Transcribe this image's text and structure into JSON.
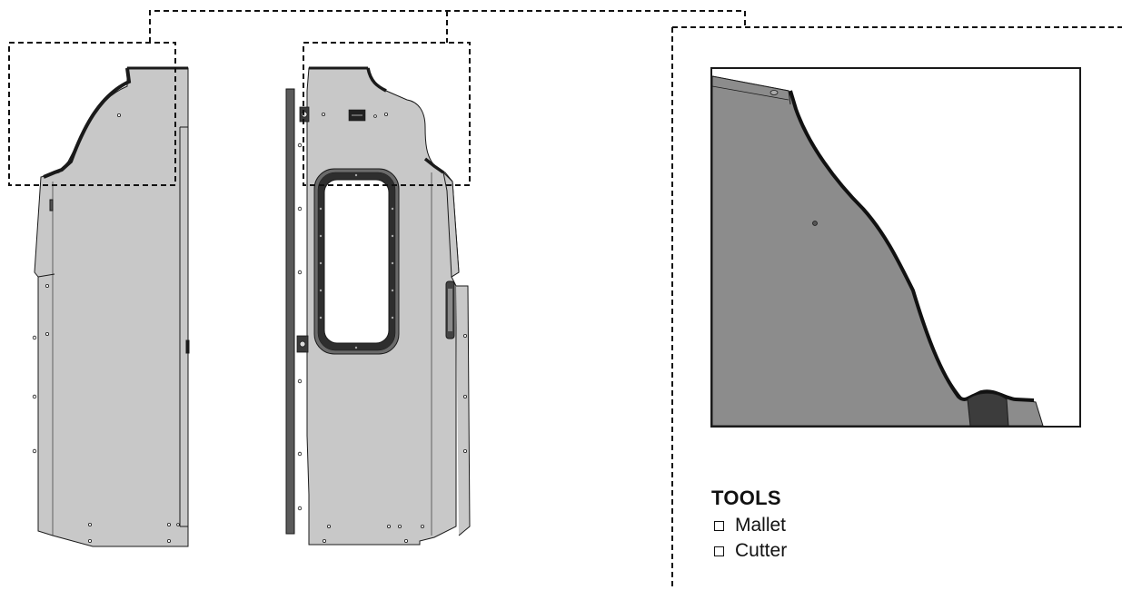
{
  "tools": {
    "title": "TOOLS",
    "items": [
      {
        "label": "Mallet",
        "icon": "checkbox-icon"
      },
      {
        "label": "Cutter",
        "icon": "checkbox-icon"
      }
    ]
  },
  "colors": {
    "panel_fill": "#c8c8c8",
    "panel_stroke": "#1a1a1a",
    "zoom_fill": "#8c8c8c",
    "zoom_dark": "#3c3c3c",
    "dash": "#111111"
  }
}
